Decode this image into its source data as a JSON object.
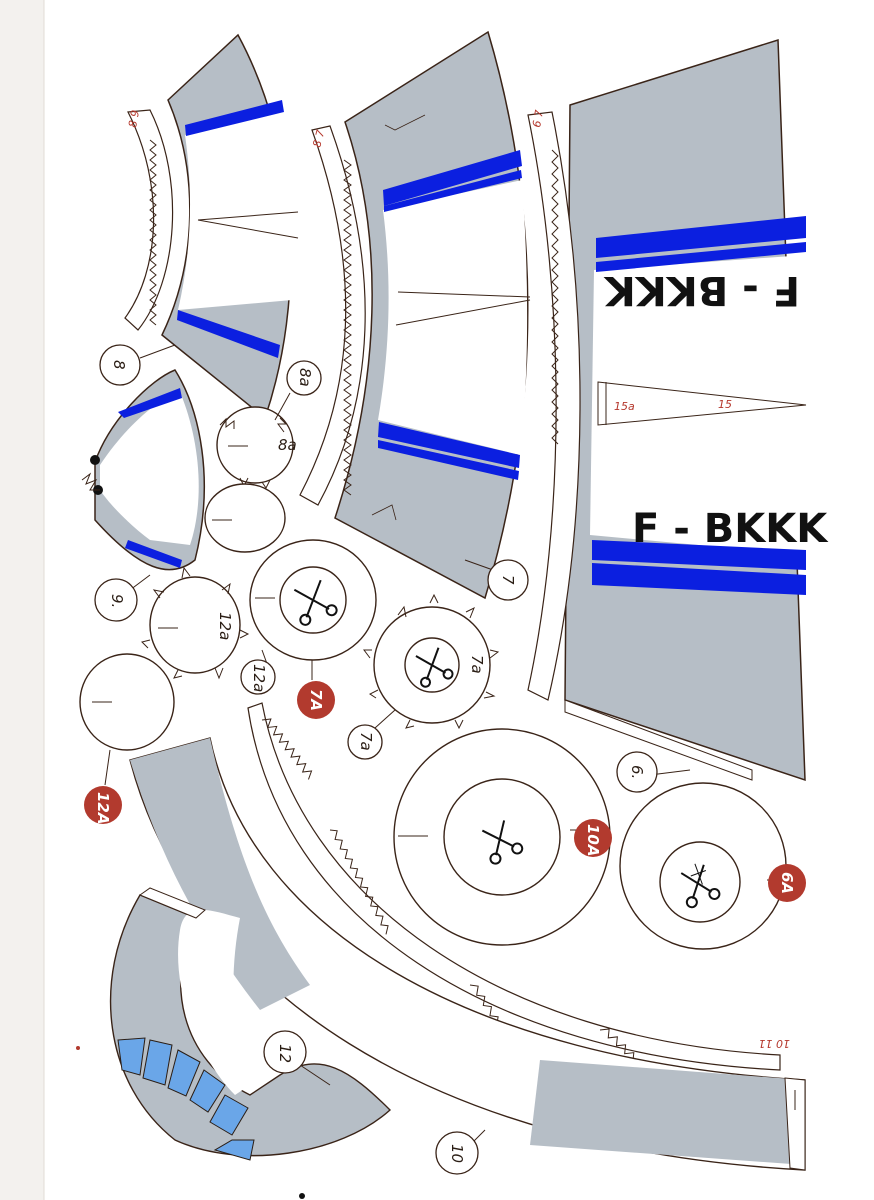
{
  "sheet": {
    "registration_top": "F - BKKK",
    "registration_bottom": "F - BKKK",
    "colors": {
      "gray": "#b6bec6",
      "blue": "#0b1fe0",
      "line": "#3a2418",
      "red_badge": "#b23a2e",
      "window": "#6aa6e8"
    },
    "part_labels": {
      "p8": "8",
      "p8a_tag": "8a",
      "p8a_part": "8a",
      "p9": "9.",
      "p12a_part": "12a",
      "p12a_tag": "12a",
      "p7": "7",
      "p7a_part": "7a",
      "p7a_tag": "7a",
      "p6": "6.",
      "p12": "12",
      "p10": "10",
      "p15": "15",
      "p15a": "15a"
    },
    "red_badges": {
      "b12A": "12A",
      "b7A": "7A",
      "b10A": "10A",
      "b6A": "6A"
    },
    "tab_marks": {
      "t89": "8 9",
      "t87": "8 7",
      "t67": "6 7",
      "t1011": "10 11"
    },
    "icons": [
      "scissors-icon",
      "scissors-icon",
      "scissors-icon",
      "scissors-icon"
    ]
  }
}
